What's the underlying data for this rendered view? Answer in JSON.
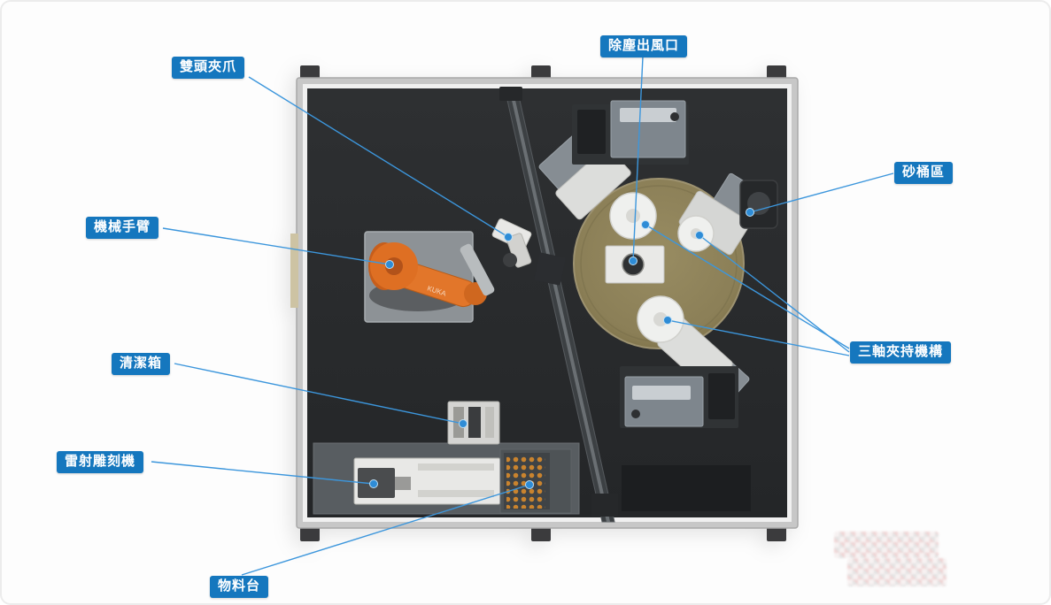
{
  "diagram": {
    "labels": [
      {
        "id": "double-head-gripper",
        "text": "雙頭夾爪"
      },
      {
        "id": "dust-outlet",
        "text": "除塵出風口"
      },
      {
        "id": "sand-bucket-area",
        "text": "砂桶區"
      },
      {
        "id": "robot-arm",
        "text": "機械手臂"
      },
      {
        "id": "three-axis-clamp",
        "text": "三軸夾持機構"
      },
      {
        "id": "cleaning-box",
        "text": "清潔箱"
      },
      {
        "id": "laser-engraver",
        "text": "雷射雕刻機"
      },
      {
        "id": "material-table",
        "text": "物料台"
      }
    ],
    "robot_brand": "KUKA",
    "colors": {
      "label_bg": "#1577BE",
      "leader_line": "#3C96DC",
      "annotation_dot": "#2E8CD6",
      "enclosure_interior": "#282A2C",
      "frame_metal": "#D6D6D6",
      "rotary_disc": "#8B7F57",
      "robot_orange": "#DD6E22",
      "tray_dot_orange": "#C9832E"
    }
  }
}
